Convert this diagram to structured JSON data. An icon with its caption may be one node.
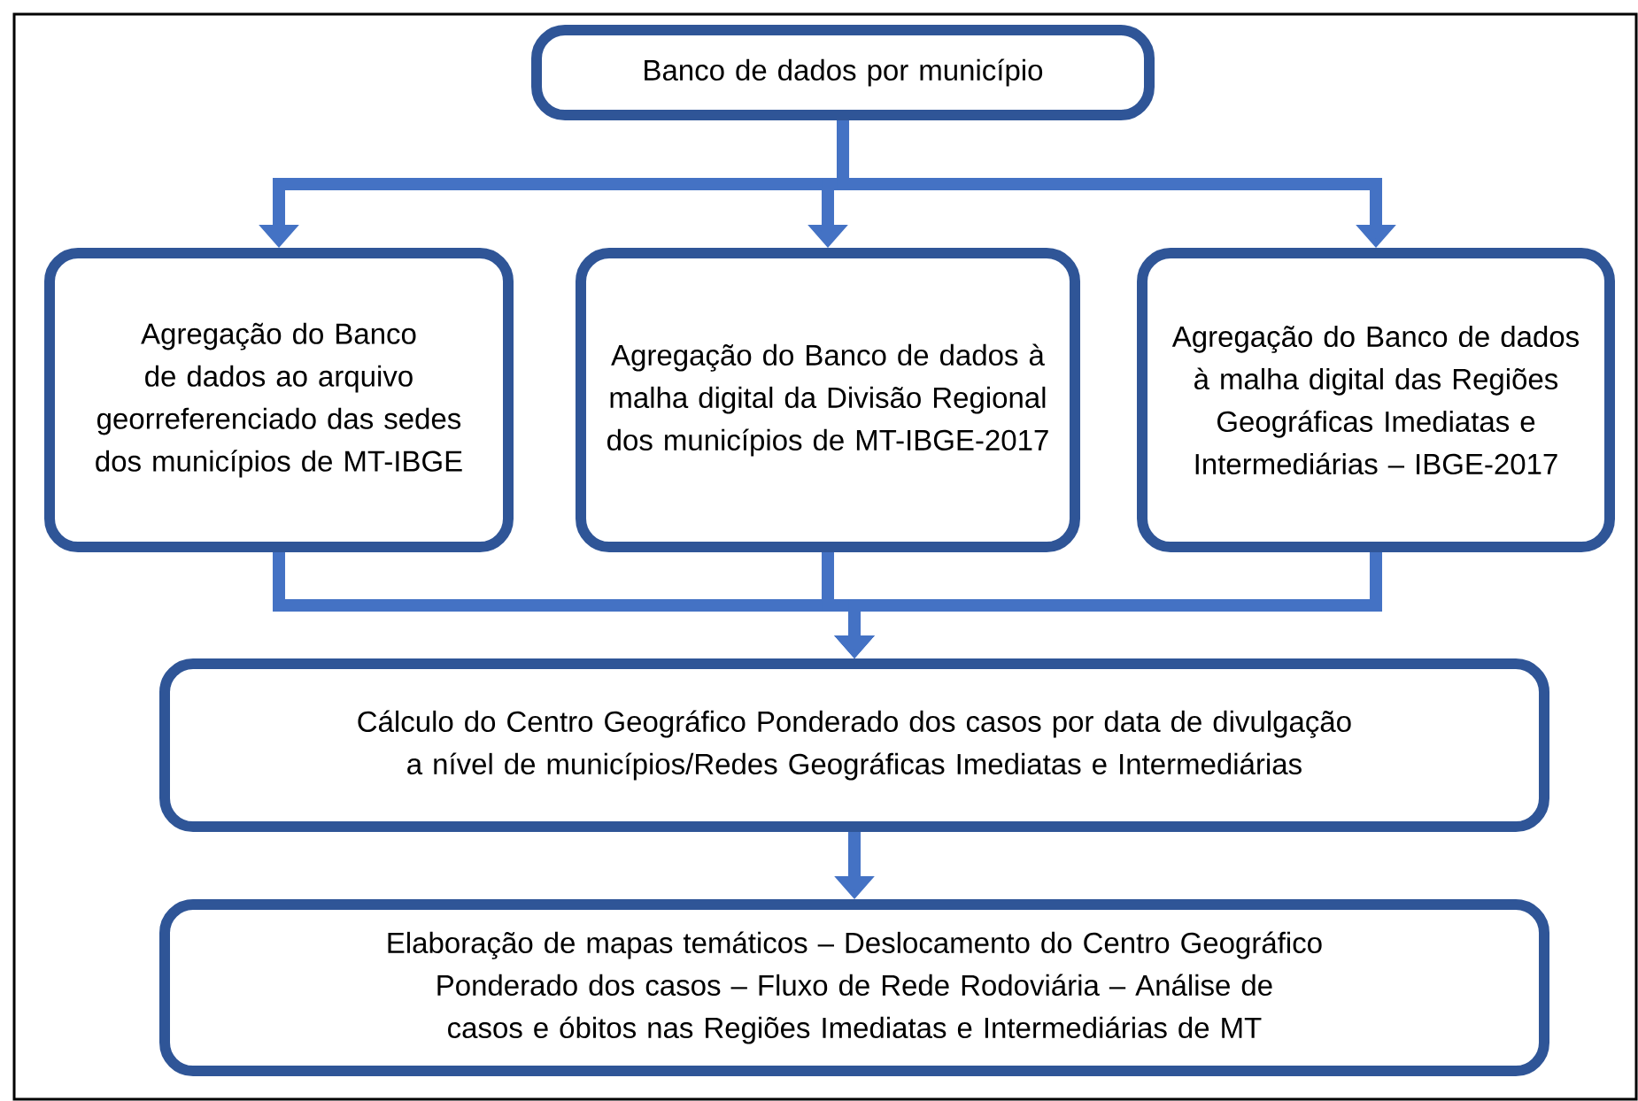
{
  "diagram": {
    "nodes": [
      {
        "text": [
          "Banco de dados por município"
        ]
      },
      {
        "text": [
          "Agregação do Banco de dados ao arquivo georreferenciado das sedes dos municípios de MT-IBGE"
        ]
      },
      {
        "text": [
          "Agregação do Banco de dados à malha digital da Divisão Regional dos municípios de MT-IBGE-2017"
        ]
      },
      {
        "text": [
          "Agregação do Banco de dados à malha digital das Regiões Geográficas Imediatas e Intermediárias – IBGE-2017"
        ]
      },
      {
        "text": [
          "Cálculo do Centro Geográfico Ponderado dos casos por data de divulgação a nível de municípios/Redes Geográficas Imediatas e Intermediárias"
        ]
      },
      {
        "text": [
          "Elaboração de mapas temáticos – Deslocamento do Centro Geográfico Ponderado dos casos – Fluxo de Rede Rodoviária – Análise de casos e óbitos nas Regiões Imediatas e Intermediárias de MT"
        ]
      }
    ],
    "edges": [
      {
        "from": 0,
        "to": 1,
        "arrow": "to"
      },
      {
        "from": 0,
        "to": 2,
        "arrow": "to"
      },
      {
        "from": 0,
        "to": 3,
        "arrow": "to"
      },
      {
        "from": 1,
        "to": 4,
        "arrow": "to"
      },
      {
        "from": 2,
        "to": 4,
        "arrow": "to"
      },
      {
        "from": 3,
        "to": 4,
        "arrow": "to"
      },
      {
        "from": 4,
        "to": 5,
        "arrow": "to"
      }
    ]
  }
}
